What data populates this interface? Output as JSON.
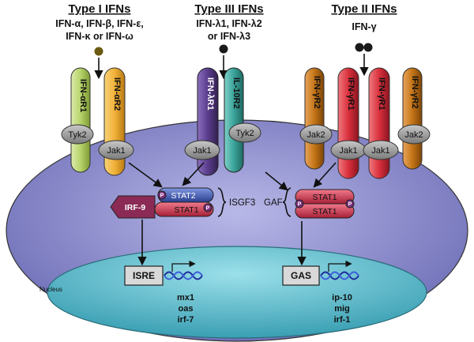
{
  "groups": {
    "type1": {
      "title": "Type I IFNs",
      "line1": "IFN-α, IFN-β, IFN-ε,",
      "line2": "IFN-κ or IFN-ω"
    },
    "type3": {
      "title": "Type III IFNs",
      "line1": "IFN-λ1, IFN-λ2",
      "line2": "or IFN-λ3"
    },
    "type2": {
      "title": "Type II IFNs",
      "line1": "IFN-γ"
    }
  },
  "receptors": {
    "ifnar1": "IFN-αR1",
    "ifnar2": "IFN-αR2",
    "ifnlr1": "IFN-λR1",
    "il10r2": "IL-10R2",
    "ifngr2_left": "IFN-γR2",
    "ifngr1_left": "IFN-γR1",
    "ifngr1_right": "IFN-γR1",
    "ifngr2_right": "IFN-γR2"
  },
  "kinases": {
    "tyk2_a": "Tyk2",
    "jak1_a": "Jak1",
    "jak1_b": "Jak1",
    "tyk2_b": "Tyk2",
    "jak2_a": "Jak2",
    "jak1_c": "Jak1",
    "jak1_d": "Jak1",
    "jak2_b": "Jak2"
  },
  "complexes": {
    "isgf3": {
      "stat2": "STAT2",
      "stat1": "STAT1",
      "irf9": "IRF-9",
      "name": "ISGF3"
    },
    "gaf": {
      "name": "GAF",
      "stat1_top": "STAT1",
      "stat1_bottom": "STAT1"
    },
    "phospho": "P"
  },
  "nucleus": {
    "label": "Nucleus",
    "isre": "ISRE",
    "gas": "GAS",
    "isre_genes": [
      "mx1",
      "oas",
      "irf-7"
    ],
    "gas_genes": [
      "ip-10",
      "mig",
      "irf-1"
    ]
  },
  "colors": {
    "cell": "#8c8ccf",
    "nucleus": "#5fb9c9",
    "ifnar1": "#b7d46a",
    "ifnar2": "#f2b23a",
    "ifnlr1": "#5a3c8c",
    "il10r2": "#3aa39a",
    "ifngr2": "#c47416",
    "ifngr1": "#d9303c",
    "kinase": "#9a9a9a",
    "stat2": "#3d5ab8",
    "stat1": "#d8324a",
    "irf9": "#8a2a55",
    "phospho": "#7a2d7a"
  }
}
